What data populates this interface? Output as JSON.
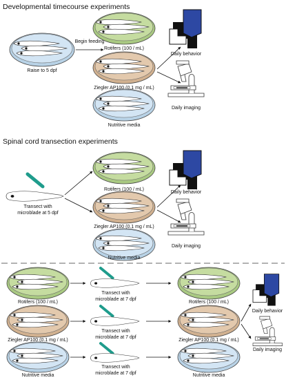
{
  "sections": {
    "timecourse": {
      "title": "Developmental timecourse experiments",
      "start_label": "Raise to 5 dpf",
      "arrow_label": "Begin feeding"
    },
    "transection": {
      "title": "Spinal cord transection experiments",
      "start_label_line1": "Transect with",
      "start_label_line2": "microblade at 5 dpf"
    },
    "late": {
      "transect_line1": "Transect with",
      "transect_line2": "microblade at 7 dpf"
    }
  },
  "diets": {
    "rotifers": "Rotifers (100 / mL)",
    "ziegler": "Ziegler AP100 (0.1 mg / mL)",
    "nutritive": "Nutritive media"
  },
  "outcomes": {
    "behavior": "Daily behavior",
    "imaging": "Daily imaging"
  },
  "colors": {
    "rotifers_dish": "#c5dca0",
    "ziegler_dish": "#e3c9ad",
    "nutritive_dish": "#d3e5f4",
    "microblade": "#1f9c8c",
    "monitor": "#2d48a3"
  }
}
